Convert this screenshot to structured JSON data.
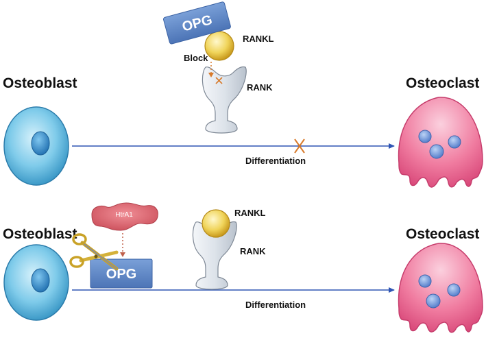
{
  "panel_top": {
    "left_cell_label": "Osteoblast",
    "right_cell_label": "Osteoclast",
    "decoy_label": "OPG",
    "ligand_label": "RANKL",
    "block_label": "Block",
    "receptor_label": "RANK",
    "arrow_label": "Differentiation"
  },
  "panel_bottom": {
    "left_cell_label": "Osteoblast",
    "right_cell_label": "Osteoclast",
    "protease_label": "HtrA1",
    "decoy_label": "OPG",
    "ligand_label": "RANKL",
    "receptor_label": "RANK",
    "arrow_label": "Differentiation"
  },
  "colors": {
    "osteoblast": "#4fb3de",
    "osteoclast": "#ec6c94",
    "opg_box": "#5d86c4",
    "rankl": "#e6c43c",
    "rank_receptor": "#dfe4ea",
    "htra1": "#d9606a",
    "arrow": "#2f55b4",
    "block_x": "#d87a2a"
  }
}
